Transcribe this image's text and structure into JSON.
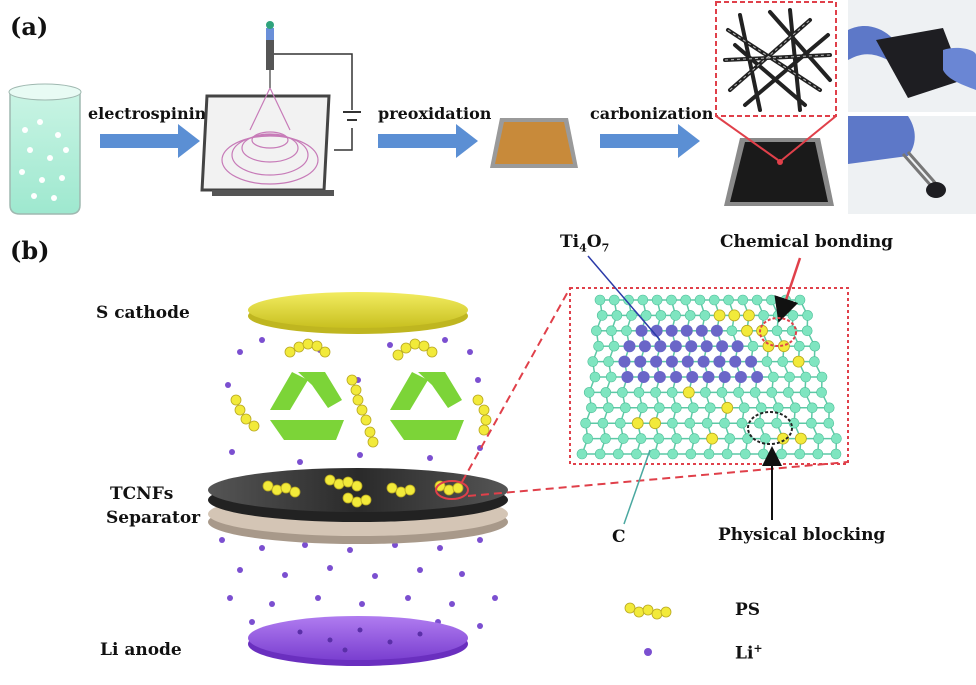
{
  "panel_a": {
    "label": "(a)",
    "steps": [
      "electrospining",
      "preoxidation",
      "carbonization"
    ]
  },
  "panel_b": {
    "label": "(b)",
    "cathode": "S cathode",
    "separator_line1": "TCNFs",
    "separator_line2": "Separator",
    "anode": "Li anode",
    "ti_base": "Ti",
    "ti_sub1": "4",
    "ti_mid": "O",
    "ti_sub2": "7",
    "chemical": "Chemical bonding",
    "physical": "Physical blocking",
    "carbon": "C",
    "legend_ps": "PS",
    "legend_li_base": "Li",
    "legend_li_sup": "+"
  },
  "colors": {
    "arrow": "#5b8fd4",
    "cathode": "#e8e23a",
    "separator_top": "#3a3a3a",
    "separator_bottom": "#c9b8a6",
    "anode": "#9a5fe0",
    "lithium": "#7b4fd0",
    "sulfur": "#f2ea3a",
    "carbon_lattice": "#7fe5c0",
    "ti4o7": "#6a66c8",
    "dashed_box": "#e0404a",
    "recycle": "#7cd438"
  },
  "icons": [
    "beaker-icon",
    "electrospinning-setup-icon",
    "carbon-mat-icon",
    "recycle-icon",
    "polysulfide-chain-icon"
  ]
}
